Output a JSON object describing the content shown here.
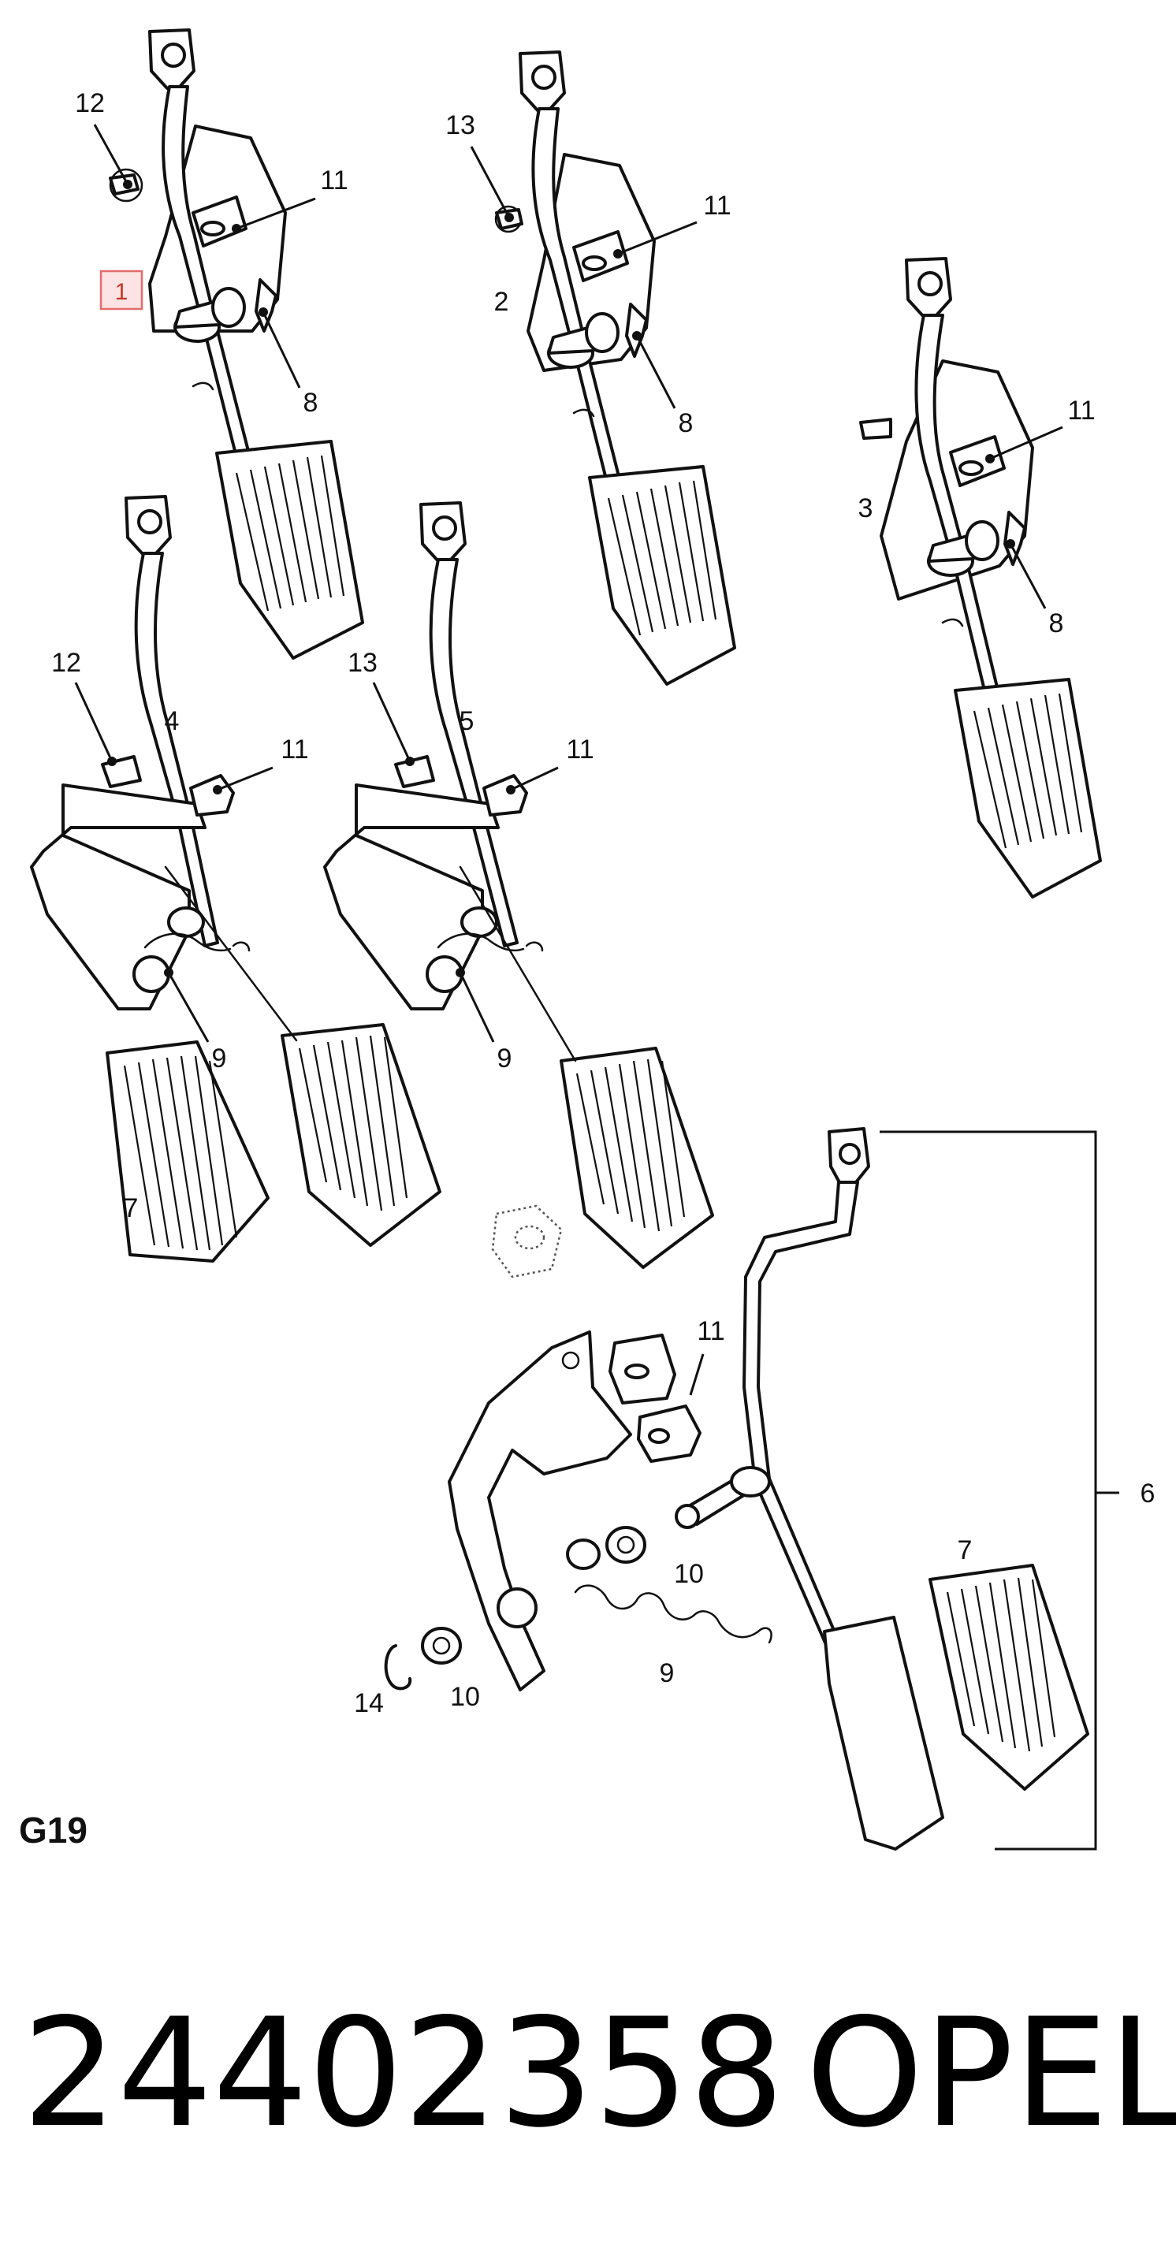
{
  "diagram": {
    "code": "G19",
    "highlight_label": "1",
    "callouts": {
      "a_12": "12",
      "a_11": "11",
      "a_8": "8",
      "b_13": "13",
      "b_11": "11",
      "b_2": "2",
      "b_8": "8",
      "c_11": "11",
      "c_3": "3",
      "c_8": "8",
      "d_12": "12",
      "d_4": "4",
      "d_11": "11",
      "d_9": "9",
      "d_7": "7",
      "e_13": "13",
      "e_5": "5",
      "e_11": "11",
      "e_9": "9",
      "f_11": "11",
      "f_10a": "10",
      "f_10b": "10",
      "f_9": "9",
      "f_14": "14",
      "f_7": "7",
      "f_6": "6"
    }
  },
  "footer": {
    "part_number": "24402358",
    "brand": "OPEL"
  }
}
